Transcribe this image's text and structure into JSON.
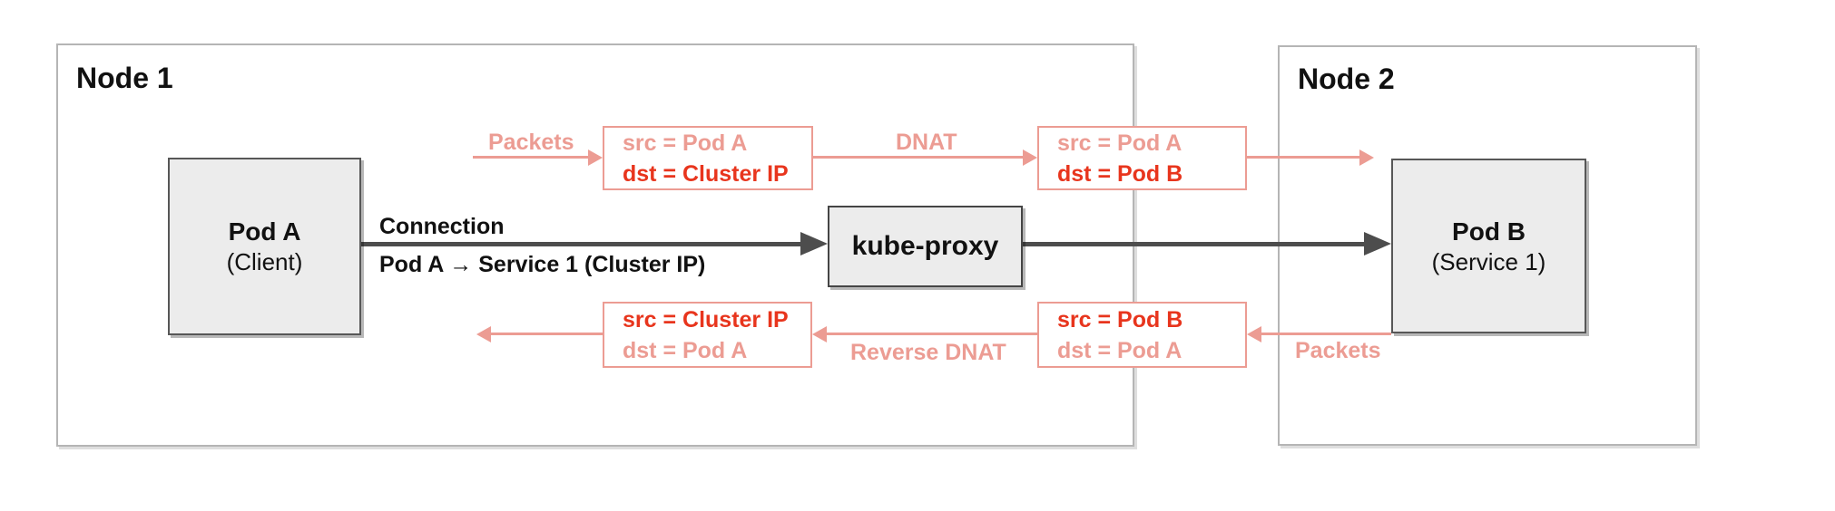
{
  "colors": {
    "salmon": "#ec9c93",
    "red": "#e8351d",
    "dark": "#4d4d4d",
    "node_border": "#b5b5b5",
    "pod_fill": "#ececec",
    "pod_border": "#575757"
  },
  "nodes": {
    "node1": {
      "label": "Node 1"
    },
    "node2": {
      "label": "Node 2"
    }
  },
  "pods": {
    "pod_a": {
      "title": "Pod A",
      "subtitle": "(Client)"
    },
    "pod_b": {
      "title": "Pod B",
      "subtitle": "(Service 1)"
    }
  },
  "kube_proxy": {
    "label": "kube-proxy"
  },
  "connection": {
    "label": "Connection",
    "detail": "Pod A → Service 1 (Cluster IP)"
  },
  "flow_top": {
    "packets_label": "Packets",
    "dnat_label": "DNAT",
    "box1": {
      "src": "src = Pod A",
      "dst": "dst = Cluster IP"
    },
    "box2": {
      "src": "src = Pod A",
      "dst": "dst = Pod B"
    }
  },
  "flow_bottom": {
    "packets_label": "Packets",
    "reverse_dnat_label": "Reverse DNAT",
    "box3": {
      "src": "src = Pod B",
      "dst": "dst = Pod A"
    },
    "box4": {
      "src": "src = Cluster IP",
      "dst": "dst = Pod A"
    }
  }
}
